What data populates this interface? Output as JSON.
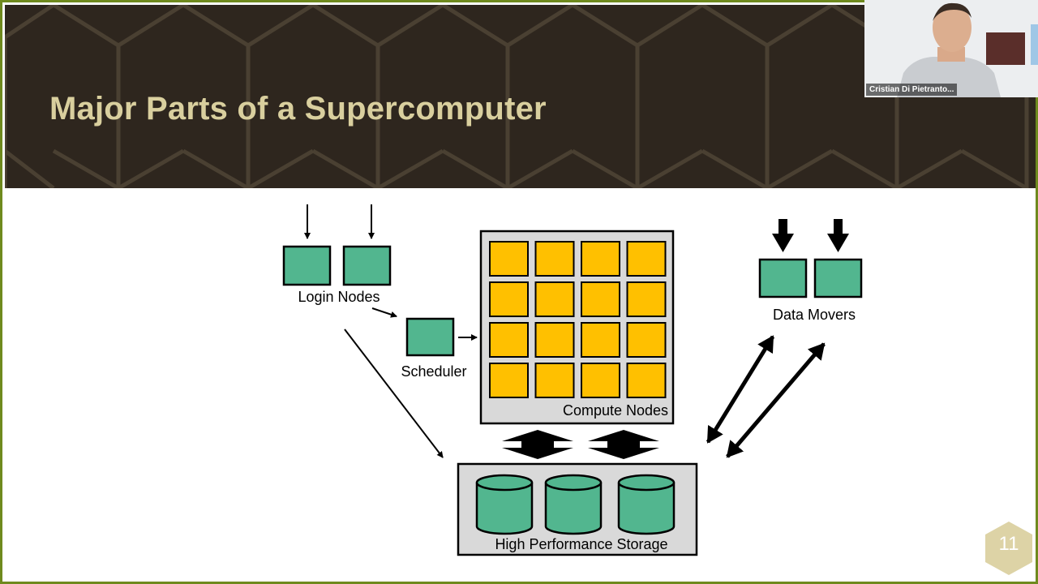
{
  "slide": {
    "title": "Major Parts of a Supercomputer",
    "page_number": "11",
    "colors": {
      "header_bg": "#2e261e",
      "title_text": "#d9cf9e",
      "frame_border": "#6f8a1e",
      "node_green": "#52b68f",
      "compute_yellow": "#ffc000",
      "panel_gray": "#d9d9d9"
    }
  },
  "diagram": {
    "labels": {
      "login_nodes": "Login Nodes",
      "scheduler": "Scheduler",
      "compute_nodes": "Compute Nodes",
      "data_movers": "Data Movers",
      "storage": "High Performance Storage"
    },
    "counts": {
      "login_nodes": 2,
      "compute_node_rows": 4,
      "compute_node_cols": 4,
      "data_movers": 2,
      "storage_disks": 3
    }
  },
  "video": {
    "participant_name": "Cristian Di Pietranto...",
    "icon": "person-video-icon"
  }
}
